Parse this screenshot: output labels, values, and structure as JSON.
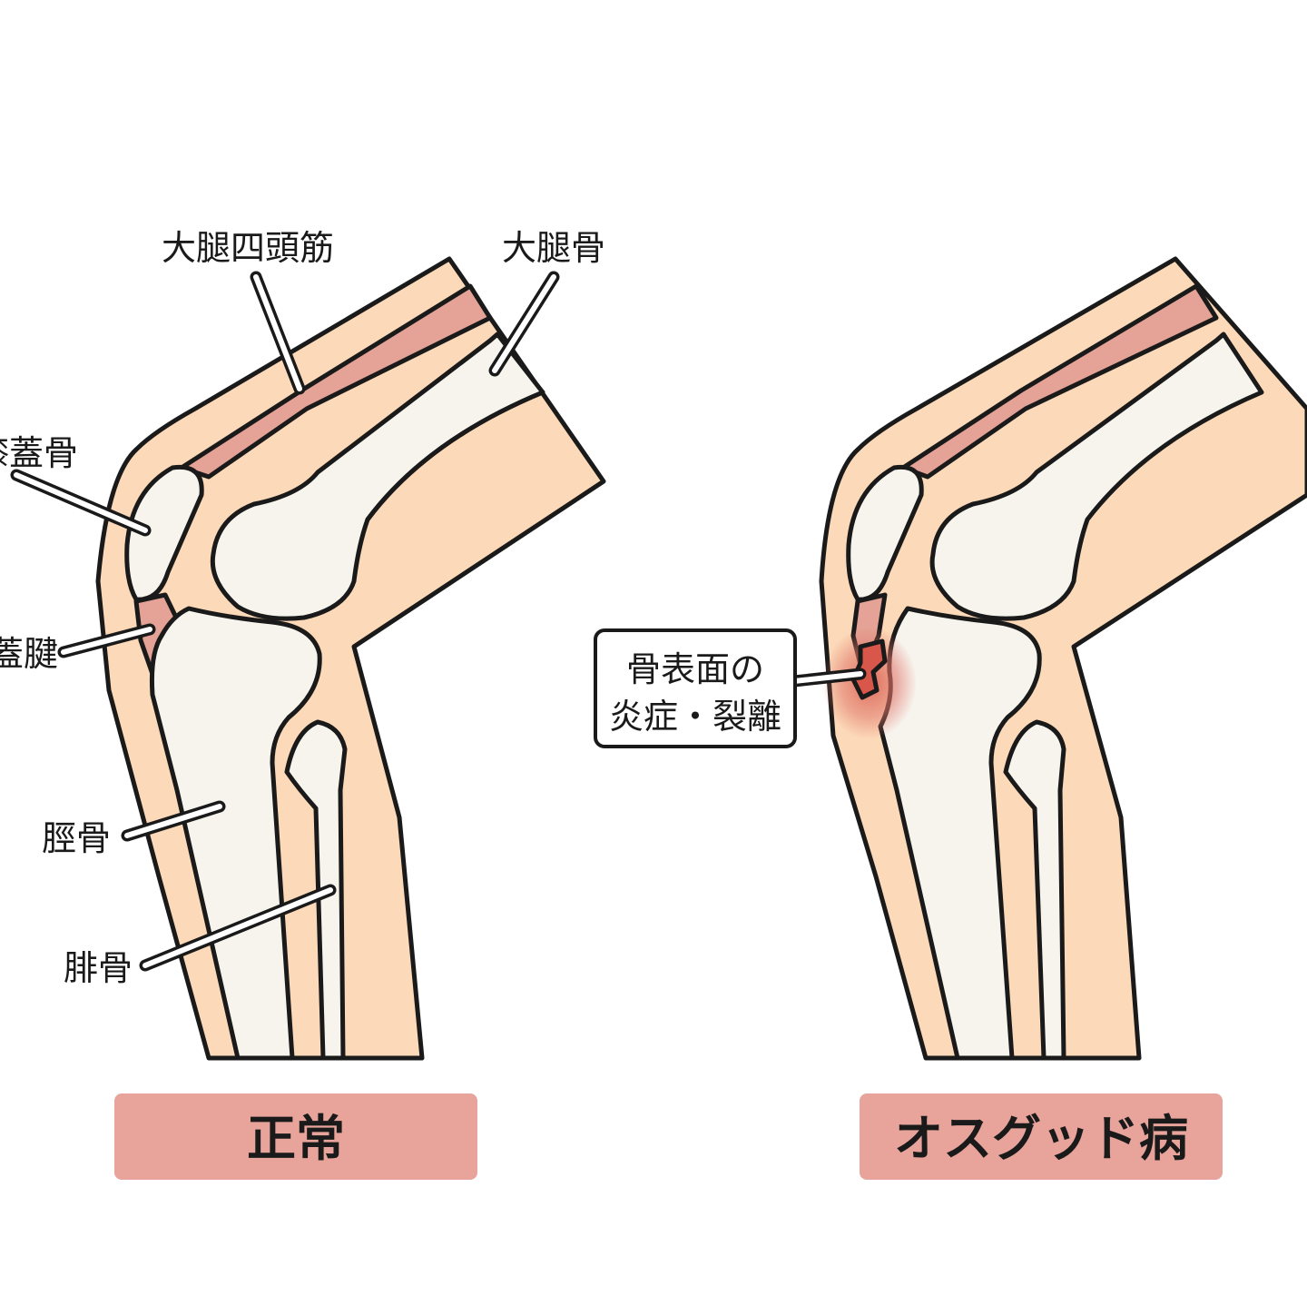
{
  "labels": {
    "quadriceps": "大腿四頭筋",
    "femur": "大腿骨",
    "patella": "膝蓋骨",
    "patellar_tendon": "膝蓋腱",
    "tibia": "脛骨",
    "fibula": "腓骨",
    "lesion_line1": "骨表面の",
    "lesion_line2": "炎症・裂離"
  },
  "captions": {
    "normal": "正常",
    "disease": "オスグッド病"
  },
  "colors": {
    "skin": "#fcd9b8",
    "bone": "#f7f4ee",
    "muscle": "#e4a396",
    "caption_bg": "#e8a49b",
    "inflammation": "#e0776a",
    "outline": "#1a1a1a"
  },
  "icons": {
    "normal_knee": "knee-cross-section-icon",
    "disease_knee": "osgood-knee-cross-section-icon"
  }
}
